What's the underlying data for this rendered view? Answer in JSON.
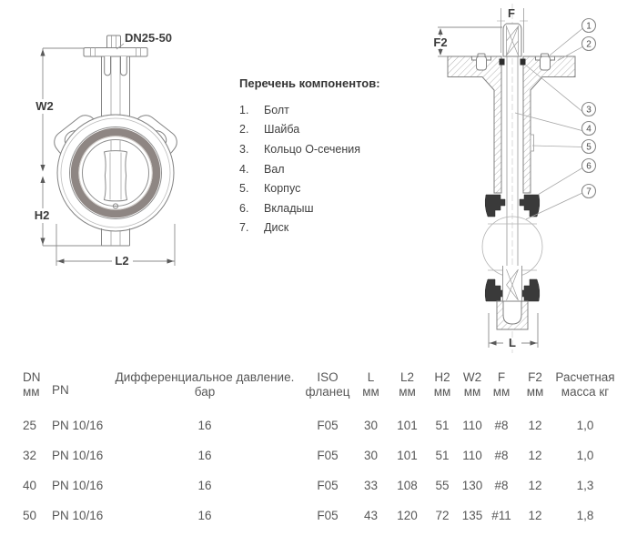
{
  "colors": {
    "background": "#ffffff",
    "line": "#828282",
    "dark_liner": "#3a3a3a",
    "seat_ring": "#8e8683",
    "label_text": "#3c3c3c",
    "table_text": "#575757"
  },
  "front_view": {
    "size_label": "DN25-50",
    "dim_labels": {
      "w2": "W2",
      "h2": "H2",
      "l2": "L2"
    }
  },
  "section_view": {
    "dim_labels": {
      "f": "F",
      "f2": "F2",
      "l": "L"
    },
    "callouts": [
      "1",
      "2",
      "3",
      "4",
      "5",
      "6",
      "7"
    ]
  },
  "components": {
    "heading": "Перечень компонентов:",
    "items": [
      {
        "num": "1.",
        "label": "Болт"
      },
      {
        "num": "2.",
        "label": "Шайба"
      },
      {
        "num": "3.",
        "label": "Кольцо О-сечения"
      },
      {
        "num": "4.",
        "label": "Вал"
      },
      {
        "num": "5.",
        "label": "Корпус"
      },
      {
        "num": "6.",
        "label": "Вкладыш"
      },
      {
        "num": "7.",
        "label": "Диск"
      }
    ]
  },
  "table": {
    "headers": [
      {
        "line1": "DN",
        "line2": "мм"
      },
      {
        "line1": "PN",
        "line2": ""
      },
      {
        "line1": "Дифференциальное давление.",
        "line2": "бар"
      },
      {
        "line1": "ISO",
        "line2": "фланец"
      },
      {
        "line1": "L",
        "line2": "мм"
      },
      {
        "line1": "L2",
        "line2": "мм"
      },
      {
        "line1": "H2",
        "line2": "мм"
      },
      {
        "line1": "W2",
        "line2": "мм"
      },
      {
        "line1": "F",
        "line2": "мм"
      },
      {
        "line1": "F2",
        "line2": "мм"
      },
      {
        "line1": "Расчетная",
        "line2": "масса кг"
      }
    ],
    "rows": [
      [
        "25",
        "PN 10/16",
        "16",
        "F05",
        "30",
        "101",
        "51",
        "110",
        "#8",
        "12",
        "1,0"
      ],
      [
        "32",
        "PN 10/16",
        "16",
        "F05",
        "30",
        "101",
        "51",
        "110",
        "#8",
        "12",
        "1,0"
      ],
      [
        "40",
        "PN 10/16",
        "16",
        "F05",
        "33",
        "108",
        "55",
        "130",
        "#8",
        "12",
        "1,3"
      ],
      [
        "50",
        "PN 10/16",
        "16",
        "F05",
        "43",
        "120",
        "72",
        "135",
        "#11",
        "12",
        "1,8"
      ]
    ]
  }
}
